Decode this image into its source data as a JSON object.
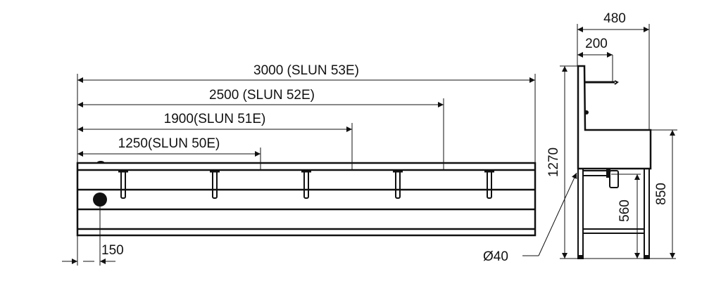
{
  "front_view": {
    "dimensions": {
      "d3000": "3000 (SLUN 53E)",
      "d2500": "2500 (SLUN 52E)",
      "d1900": "1900(SLUN 51E)",
      "d1250": "1250(SLUN 50E)",
      "d150": "150"
    },
    "tap_count": 5
  },
  "side_view": {
    "dimensions": {
      "d480": "480",
      "d200": "200",
      "d1270": "1270",
      "d850": "850",
      "d560": "560",
      "d40": "Ø40"
    }
  },
  "colors": {
    "line": "#111111",
    "background": "#ffffff"
  }
}
